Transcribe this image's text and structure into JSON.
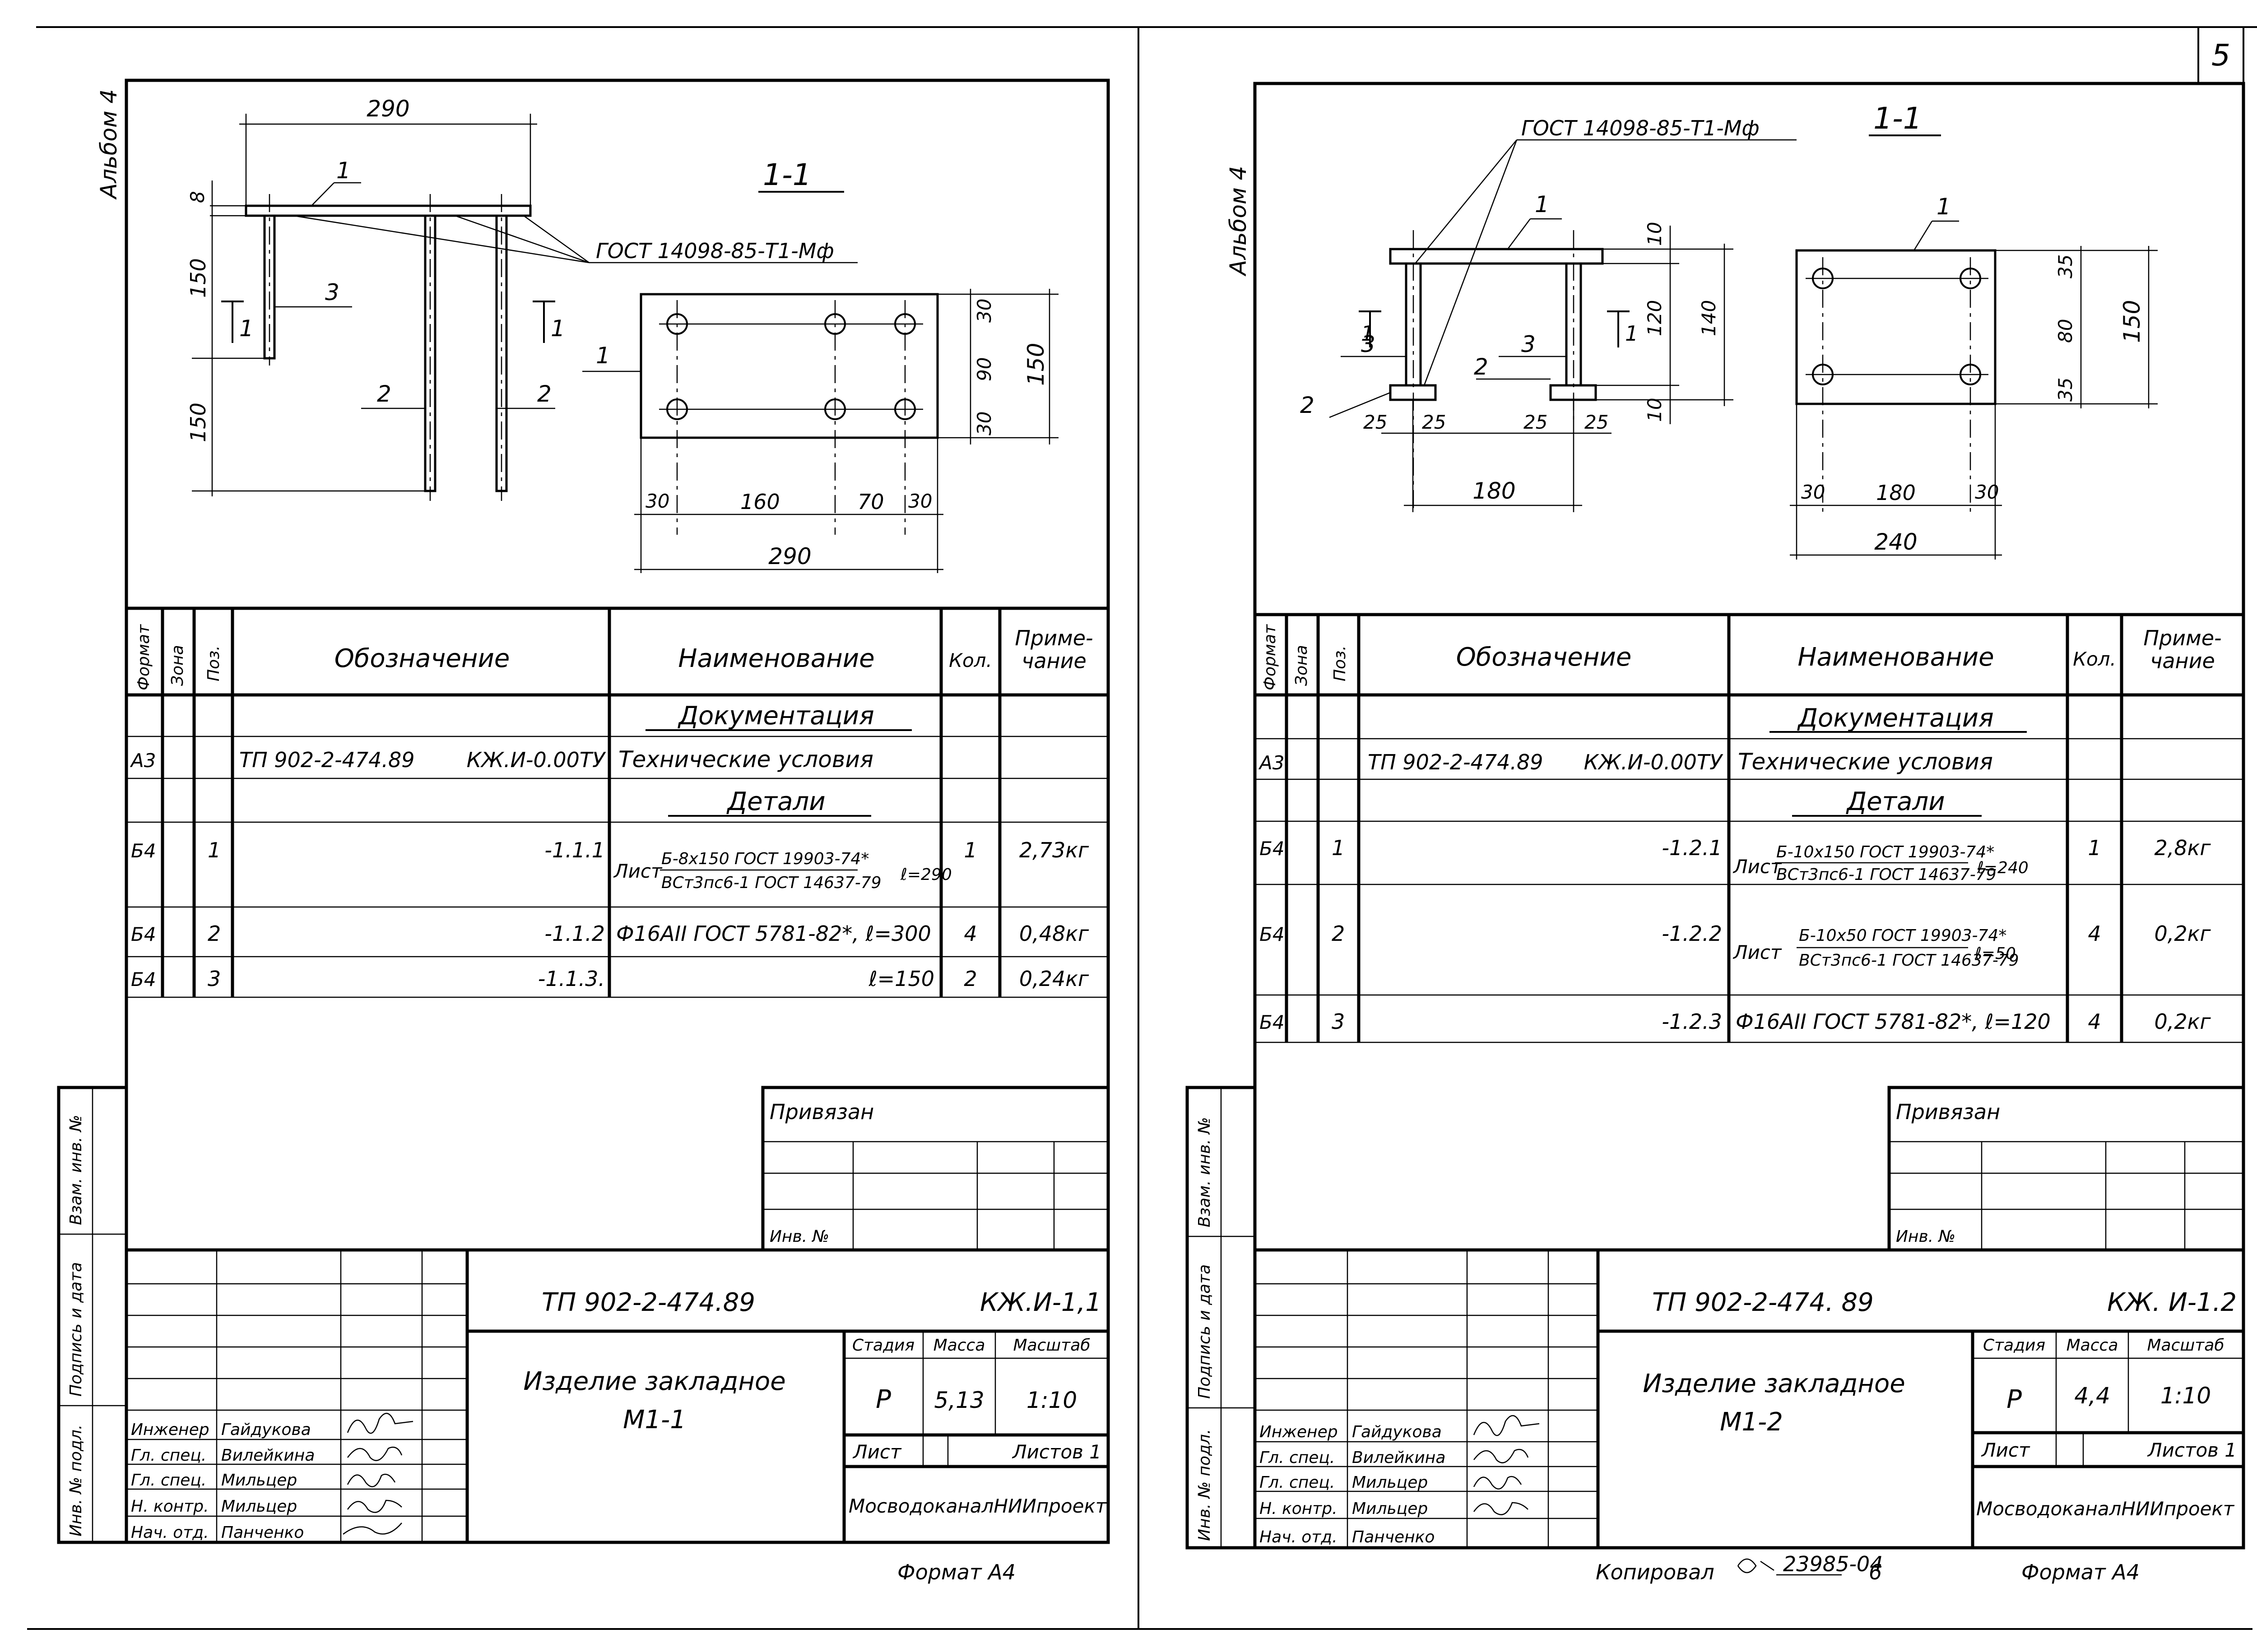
{
  "sheet_number": "5",
  "left": {
    "album": "Альбом 4",
    "section_left": "1-1",
    "weld_note": "ГОСТ 14098-85-Т1-Мф",
    "dims": {
      "top_290": "290",
      "plate_8": "8",
      "leg_150a": "150",
      "leg_150b": "150",
      "plate_30a": "30",
      "plate_90": "90",
      "plate_30b": "30",
      "plate_150": "150",
      "b30a": "30",
      "b160": "160",
      "b70": "70",
      "b30b": "30",
      "b290": "290"
    },
    "labels": {
      "p1a": "1",
      "p1b": "1",
      "p3": "3",
      "p2a": "2",
      "p2b": "2",
      "cut_a": "1",
      "cut_b": "1"
    },
    "spec_header": {
      "format": "Формат",
      "zone": "Зона",
      "pos": "Поз.",
      "designation": "Обозначение",
      "name": "Наименование",
      "qty": "Кол.",
      "note": "Приме-\nчание"
    },
    "spec_rows": [
      {
        "type": "section",
        "name": "Документация"
      },
      {
        "format": "А3",
        "pos": "",
        "designation_l": "ТП 902-2-474.89",
        "designation_r": "КЖ.И-0.00ТУ",
        "name": "Технические условия",
        "qty": "",
        "note": ""
      },
      {
        "type": "section",
        "name": "Детали"
      },
      {
        "format": "Б4",
        "pos": "1",
        "designation_r": "-1.1.1",
        "name_pre": "Лист",
        "name_num": "Б-8х150 ГОСТ 19903-74*",
        "name_den": "ВСт3пс6-1 ГОСТ 14637-79",
        "name_post": "ℓ=290",
        "qty": "1",
        "note": "2,73кг"
      },
      {
        "format": "Б4",
        "pos": "2",
        "designation_r": "-1.1.2",
        "name": "Ф16АII ГОСТ 5781-82*, ℓ=300",
        "qty": "4",
        "note": "0,48кг"
      },
      {
        "format": "Б4",
        "pos": "3",
        "designation_r": "-1.1.3.",
        "name": "ℓ=150",
        "qty": "2",
        "note": "0,24кг"
      }
    ],
    "bound": {
      "title": "Привязан",
      "inv": "Инв. №"
    },
    "title_block": {
      "code": "ТП 902-2-474.89",
      "sheet_code": "КЖ.И-1,1",
      "item_name": "Изделие закладное",
      "item_mark": "М1-1",
      "stage_h": "Стадия",
      "mass_h": "Масса",
      "scale_h": "Масштаб",
      "stage": "Р",
      "mass": "5,13",
      "scale": "1:10",
      "sheet_h": "Лист",
      "sheets_h": "Листов 1",
      "org": "МосводоканалНИИпроект"
    },
    "roles": [
      {
        "role": "Инженер",
        "name": "Гайдукова"
      },
      {
        "role": "Гл. спец.",
        "name": "Вилейкина"
      },
      {
        "role": "Гл. спец.",
        "name": "Мильцер"
      },
      {
        "role": "Н. контр.",
        "name": "Мильцер"
      },
      {
        "role": "Нач. отд.",
        "name": "Панченко"
      }
    ],
    "side_stamps": [
      "Взам. инв. №",
      "Подпись и дата",
      "Инв. № подл."
    ],
    "footer": "Формат А4"
  },
  "right": {
    "album": "Альбом 4",
    "section_left": "1-1",
    "weld_note": "ГОСТ 14098-85-Т1-Мф",
    "dims": {
      "d10a": "10",
      "d120": "120",
      "d140": "140",
      "d10b": "10",
      "d25a": "25",
      "d25b": "25",
      "d25c": "25",
      "d25d": "25",
      "d180": "180",
      "p35a": "35",
      "p80": "80",
      "p35b": "35",
      "p150": "150",
      "b30a": "30",
      "b180": "180",
      "b30b": "30",
      "b240": "240"
    },
    "labels": {
      "p1a": "1",
      "p1b": "1",
      "p3a": "3",
      "p3b": "3",
      "p2a": "2",
      "p2b": "2",
      "cut_a": "1",
      "cut_b": "1"
    },
    "spec_header": {
      "format": "Формат",
      "zone": "Зона",
      "pos": "Поз.",
      "designation": "Обозначение",
      "name": "Наименование",
      "qty": "Кол.",
      "note": "Приме-\nчание"
    },
    "spec_rows": [
      {
        "type": "section",
        "name": "Документация"
      },
      {
        "format": "А3",
        "pos": "",
        "designation_l": "ТП 902-2-474.89",
        "designation_r": "КЖ.И-0.00ТУ",
        "name": "Технические условия",
        "qty": "",
        "note": ""
      },
      {
        "type": "section",
        "name": "Детали"
      },
      {
        "format": "Б4",
        "pos": "1",
        "designation_r": "-1.2.1",
        "name_pre": "Лист",
        "name_num": "Б-10х150 ГОСТ 19903-74*",
        "name_den": "ВСт3пс6-1 ГОСТ 14637-79",
        "name_post": "ℓ=240",
        "qty": "1",
        "note": "2,8кг"
      },
      {
        "format": "Б4",
        "pos": "2",
        "designation_r": "-1.2.2",
        "name_pre": "Лист",
        "name_num": "Б-10х50 ГОСТ 19903-74*",
        "name_den": "ВСт3пс6-1 ГОСТ 14637-79",
        "name_post": "ℓ=50",
        "qty": "4",
        "note": "0,2кг"
      },
      {
        "format": "Б4",
        "pos": "3",
        "designation_r": "-1.2.3",
        "name": "Ф16АII ГОСТ 5781-82*, ℓ=120",
        "qty": "4",
        "note": "0,2кг"
      }
    ],
    "bound": {
      "title": "Привязан",
      "inv": "Инв. №"
    },
    "title_block": {
      "code": "ТП 902-2-474. 89",
      "sheet_code": "КЖ. И-1.2",
      "item_name": "Изделие закладное",
      "item_mark": "М1-2",
      "stage_h": "Стадия",
      "mass_h": "Масса",
      "scale_h": "Масштаб",
      "stage": "Р",
      "mass": "4,4",
      "scale": "1:10",
      "sheet_h": "Лист",
      "sheets_h": "Листов 1",
      "org": "МосводоканалНИИпроект"
    },
    "roles": [
      {
        "role": "Инженер",
        "name": "Гайдукова"
      },
      {
        "role": "Гл. спец.",
        "name": "Вилейкина"
      },
      {
        "role": "Гл. спец.",
        "name": "Мильцер"
      },
      {
        "role": "Н. контр.",
        "name": "Мильцер"
      },
      {
        "role": "Нач. отд.",
        "name": "Панченко"
      }
    ],
    "side_stamps": [
      "Взам. инв. №",
      "Подпись и дата",
      "Инв. № подл."
    ],
    "copied": "Копировал",
    "doc_num": "23985-04",
    "page_num": "6",
    "footer": "Формат А4"
  }
}
